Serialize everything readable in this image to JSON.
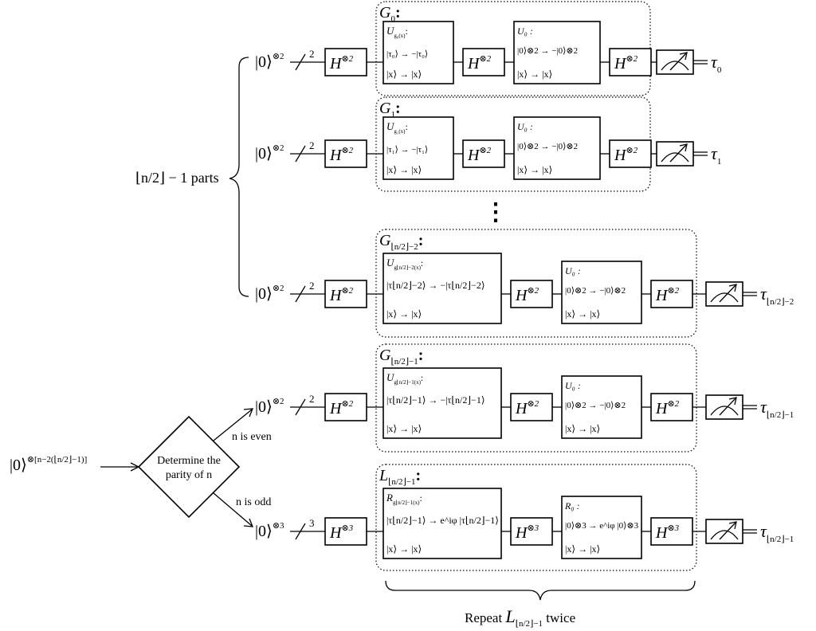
{
  "rows": [
    {
      "id": "g0",
      "input": "|0⟩",
      "input_exp": "⊗2",
      "wires": "2",
      "h1": "H",
      "h1_exp": "⊗2",
      "group_title": "G",
      "group_sub": "0",
      "group_colon": ":",
      "oracle": {
        "head": "U",
        "head_sub": "g₀(x)",
        "head_colon": ":",
        "line1": "|τ₀⟩ → −|τ₀⟩",
        "line2": "|x⟩ → |x⟩"
      },
      "h2": "H",
      "h2_exp": "⊗2",
      "diffuser": {
        "head": "U₀ :",
        "line1": "|0⟩⊗2 → −|0⟩⊗2",
        "line2": "|x⟩ → |x⟩"
      },
      "h3": "H",
      "h3_exp": "⊗2",
      "output": "τ",
      "output_sub": "0"
    },
    {
      "id": "g1",
      "input": "|0⟩",
      "input_exp": "⊗2",
      "wires": "2",
      "h1": "H",
      "h1_exp": "⊗2",
      "group_title": "G",
      "group_sub": "1",
      "group_colon": ":",
      "oracle": {
        "head": "U",
        "head_sub": "g₁(x)",
        "head_colon": ":",
        "line1": "|τ₁⟩ → −|τ₁⟩",
        "line2": "|x⟩ → |x⟩"
      },
      "h2": "H",
      "h2_exp": "⊗2",
      "diffuser": {
        "head": "U₀ :",
        "line1": "|0⟩⊗2 → −|0⟩⊗2",
        "line2": "|x⟩ → |x⟩"
      },
      "h3": "H",
      "h3_exp": "⊗2",
      "output": "τ",
      "output_sub": "1"
    },
    {
      "id": "g-n2-2",
      "input": "|0⟩",
      "input_exp": "⊗2",
      "wires": "2",
      "h1": "H",
      "h1_exp": "⊗2",
      "group_title": "G",
      "group_sub": "⌊n/2⌋−2",
      "group_colon": ":",
      "oracle": {
        "head": "U",
        "head_sub": "g⌊n/2⌋−2(x)",
        "head_colon": ":",
        "line1": "|τ⌊n/2⌋−2⟩ → −|τ⌊n/2⌋−2⟩",
        "line2": "|x⟩ → |x⟩"
      },
      "h2": "H",
      "h2_exp": "⊗2",
      "diffuser": {
        "head": "U₀ :",
        "line1": "|0⟩⊗2 → −|0⟩⊗2",
        "line2": "|x⟩ → |x⟩"
      },
      "h3": "H",
      "h3_exp": "⊗2",
      "output": "τ",
      "output_sub": "⌊n/2⌋−2"
    },
    {
      "id": "g-n2-1",
      "input": "|0⟩",
      "input_exp": "⊗2",
      "wires": "2",
      "h1": "H",
      "h1_exp": "⊗2",
      "group_title": "G",
      "group_sub": "⌊n/2⌋−1",
      "group_colon": ":",
      "oracle": {
        "head": "U",
        "head_sub": "g⌊n/2⌋−1(x)",
        "head_colon": ":",
        "line1": "|τ⌊n/2⌋−1⟩ → −|τ⌊n/2⌋−1⟩",
        "line2": "|x⟩ → |x⟩"
      },
      "h2": "H",
      "h2_exp": "⊗2",
      "diffuser": {
        "head": "U₀ :",
        "line1": "|0⟩⊗2 → −|0⟩⊗2",
        "line2": "|x⟩ → |x⟩"
      },
      "h3": "H",
      "h3_exp": "⊗2",
      "output": "τ",
      "output_sub": "⌊n/2⌋−1"
    },
    {
      "id": "l-n2-1",
      "input": "|0⟩",
      "input_exp": "⊗3",
      "wires": "3",
      "h1": "H",
      "h1_exp": "⊗3",
      "group_title": "L",
      "group_sub": "⌊n/2⌋−1",
      "group_colon": ":",
      "oracle": {
        "head": "R",
        "head_sub": "g⌊n/2⌋−1(x)",
        "head_colon": ":",
        "line1": "|τ⌊n/2⌋−1⟩ → e^iφ |τ⌊n/2⌋−1⟩",
        "line2": "|x⟩ → |x⟩"
      },
      "h2": "H",
      "h2_exp": "⊗3",
      "diffuser": {
        "head": "R₀ :",
        "line1": "|0⟩⊗3 → e^iφ |0⟩⊗3",
        "line2": "|x⟩ → |x⟩"
      },
      "h3": "H",
      "h3_exp": "⊗3",
      "output": "τ",
      "output_sub": "⌊n/2⌋−1"
    }
  ],
  "brace_label": "⌊n/2⌋ − 1 parts",
  "ellipsis": "⋮",
  "initial_input": "|0⟩",
  "initial_input_exp": "⊗[n−2(⌊n/2⌋−1)]",
  "decision_line1": "Determine the",
  "decision_line2": "parity of n",
  "branch_even": "n is even",
  "branch_odd": "n is odd",
  "repeat_label_pre": "Repeat",
  "repeat_label_sym": "L",
  "repeat_label_sub": "⌊n/2⌋−1",
  "repeat_label_post": "twice"
}
